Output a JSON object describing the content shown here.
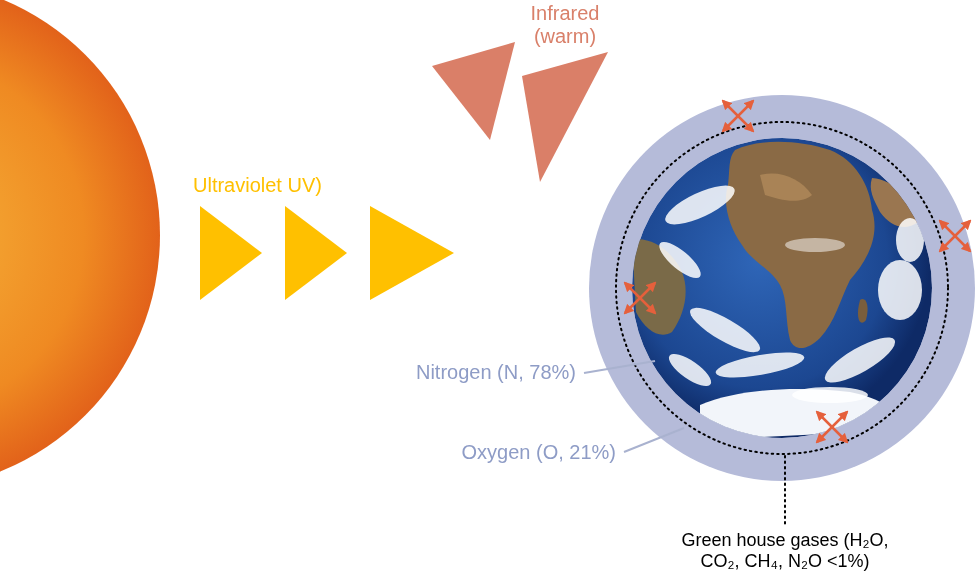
{
  "diagram": {
    "labels": [
      "Infrared (warm)",
      "Ultraviolet UV)",
      "Nitrogen (N, 78%)",
      "Oxygen (O, 21%)",
      "Green house gases (H₂O, CO₂, CH₄, N₂O <1%)"
    ]
  }
}
